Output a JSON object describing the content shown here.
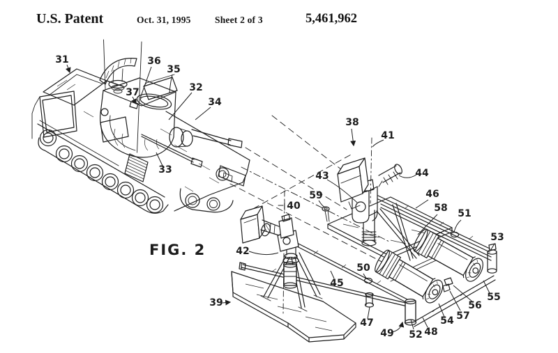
{
  "header": {
    "title": "U.S. Patent",
    "date": "Oct. 31, 1995",
    "sheet": "Sheet 2 of 3",
    "patent_number": "5,461,962"
  },
  "figure": {
    "caption": "FIG. 2",
    "ref_labels": [
      "31",
      "36",
      "35",
      "37",
      "32",
      "34",
      "33",
      "38",
      "41",
      "43",
      "44",
      "59",
      "40",
      "46",
      "58",
      "51",
      "53",
      "42",
      "50",
      "45",
      "39",
      "47",
      "49",
      "52",
      "48",
      "54",
      "57",
      "56",
      "55"
    ]
  },
  "colors": {
    "ink": "#1c1c1c",
    "paper": "#ffffff"
  }
}
